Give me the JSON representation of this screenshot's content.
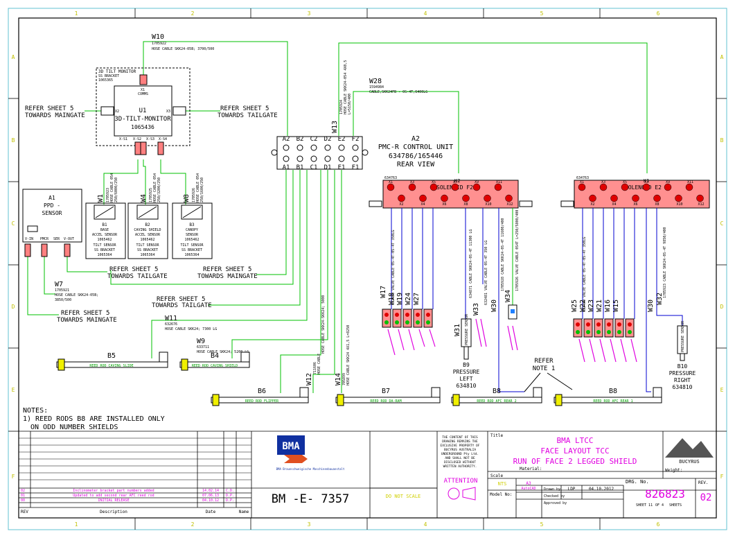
{
  "frame": {
    "cols": [
      "1",
      "2",
      "3",
      "4",
      "5",
      "6"
    ],
    "rows": [
      "A",
      "B",
      "C",
      "D",
      "E",
      "F"
    ]
  },
  "colors": {
    "green": "#00c000",
    "blue": "#0000d0",
    "red": "#e00000",
    "magenta": "#e000e0",
    "yellow": "#f0f000",
    "pink": "#ff9090",
    "text": "#000000",
    "border": "#000000"
  },
  "tilt_monitor": {
    "box_title": "3D TILT MONITOR",
    "box_sub": "SS BRACKET",
    "box_part": "1065365",
    "x1": "X1",
    "x1_label": "COMMS",
    "x2": "X2",
    "x3": "X3",
    "id": "U1",
    "name": "3D-TILT-MONITOR",
    "part": "1065436",
    "ports": [
      "X-S1",
      "X-S2",
      "X-S3",
      "X-S4"
    ]
  },
  "refer": {
    "left_mg_1": "REFER SHEET 5",
    "left_mg_2": "TOWARDS MAINGATE",
    "right_tg_1": "REFER SHEET 5",
    "right_tg_2": "TOWARDS TAILGATE",
    "mid_tg_1": "REFER SHEET 5",
    "mid_tg_2": "TOWARDS TAILGATE",
    "mid_mg_1": "REFER SHEET 5",
    "mid_mg_2": "TOWARDS MAINGATE",
    "low_tg_1": "REFER SHEET 5",
    "low_tg_2": "TOWARDS TAILGATE",
    "low_mg_1": "REFER SHEET 5",
    "low_mg_2": "TOWARDS MAINGATE"
  },
  "cables": {
    "w10": {
      "id": "W10",
      "part": "1705922",
      "desc": "HOSE CABLE SKK24-05B; 3700/500"
    },
    "w28": {
      "id": "W28",
      "part": "1594984",
      "desc": "CABLE,SKK24FB - 0S-4T,6400LG"
    },
    "w13": {
      "id": "W13",
      "line1": "1705924",
      "line2": "HOSE CABLE SKK24-054 4X0,5",
      "line3": "L=5150/400"
    },
    "w7": {
      "id": "W7",
      "part": "1705921",
      "desc": "HOSE CABLE SKK24-05B;",
      "len": "3850/500"
    },
    "w11": {
      "id": "W11",
      "part": "632676",
      "desc": "HOSE CABLE SKK24; 7300 LG"
    },
    "w9": {
      "id": "W9",
      "part": "633711",
      "desc": "HOSE CABLE SKK24; 5200 LG"
    },
    "w12": {
      "id": "W12",
      "part": "711606",
      "desc": "HOSE CABLE"
    },
    "w14": {
      "id": "W14",
      "part": "705899",
      "desc": "HOSE CABLE SKK24 4X1,5 L=8250"
    },
    "w24skk": {
      "desc": "HOSE CABLE SKK24-SKK24; 5000"
    },
    "w1": {
      "id": "W1",
      "part": "1705923",
      "desc": "HOSE CABLE 054",
      "len": "250/6000/250"
    },
    "w4": {
      "id": "W4",
      "part": "1705925",
      "desc": "HOSE CABLE 054",
      "len": "250/3200/250"
    },
    "w8": {
      "id": "W8",
      "part": "1705926",
      "desc": "HOSE CABLE 054",
      "len": "250/1600/250"
    }
  },
  "sensors": {
    "b1": {
      "id": "B1",
      "l1": "BASE",
      "l2": "ACCEL SENSOR",
      "l3": "1065462",
      "l4": "TILT SENSOR",
      "l5": "SS BRACKET",
      "l6": "1065364"
    },
    "b2": {
      "id": "B2",
      "l1": "CAVING SHIELD",
      "l2": "ACCEL SENSOR",
      "l3": "1065462",
      "l4": "TILT SENSOR",
      "l5": "SS BRACKET",
      "l6": "1065364"
    },
    "b3": {
      "id": "B3",
      "l1": "CANOPY",
      "l2": "SENSOR",
      "l3": "1065462",
      "l4": "TILT SENSOR",
      "l5": "SS BRACKET",
      "l6": "1065364"
    }
  },
  "ppd": {
    "id": "A1",
    "l1": "PPD -",
    "l2": "SENSOR",
    "pins": [
      "V-IN",
      "PMCR",
      "SER",
      "V-OUT"
    ]
  },
  "control_unit": {
    "top_labels": [
      "A2",
      "B2",
      "C2",
      "D2",
      "E2",
      "F2"
    ],
    "bottom_labels": [
      "A1",
      "B1",
      "C1",
      "D1",
      "E1",
      "F1"
    ],
    "id": "A2",
    "name": "PMC-R CONTROL UNIT",
    "part": "634786/165446",
    "view": "REAR VIEW"
  },
  "solenoid_k2": {
    "part": "634763",
    "id": "K2",
    "name": "SOLENOID F2",
    "xs": [
      "X1",
      "X2",
      "X3",
      "X4",
      "X5",
      "X6",
      "X7",
      "X8",
      "X9",
      "X10",
      "X11",
      "X12"
    ]
  },
  "solenoid_k1": {
    "part": "634763",
    "id": "K1",
    "name": "SOLENOID E2",
    "xs": [
      "X1",
      "X2",
      "X3",
      "X4",
      "X5",
      "X6",
      "X7",
      "X8",
      "X9",
      "X10",
      "X11",
      "X12"
    ]
  },
  "valve_cable_label": "632480 VALVE CABLE 0S-4T-0S-4T 350LG",
  "valve_cable_label_r": "632480 VALVE CABLE 0S-4T-0S-4T 350LG",
  "left_valve_ids": [
    "W17",
    "W18",
    "W19",
    "W24",
    "W27"
  ],
  "right_valve_ids": [
    "W25",
    "W22",
    "W23",
    "W21",
    "W16",
    "W15"
  ],
  "pressure_left": {
    "id": "B9",
    "l1": "PRESSURE",
    "l2": "LEFT",
    "l3": "634810",
    "sensor": "PRESSURE SENSOR",
    "cable_id": "W31",
    "cable": "634871 CABLE SKK24-0S-4T 11300 LG"
  },
  "pressure_right": {
    "id": "B10",
    "l1": "PRESSURE",
    "l2": "RIGHT",
    "l3": "634810",
    "sensor": "PRESSURE SENSOR",
    "cable_id": "W32",
    "cable": "1705923 CABLE SKK24-0S-4T 9850/400"
  },
  "w30_left": {
    "id": "W30",
    "desc": "1705926 VALVE CABLE 0S4T L=250/5800/400",
    "id2": "W34",
    "desc2": "1705928 CABLE SKK24-0S-4T 11600/400"
  },
  "w30_right": {
    "id": "W30",
    "desc": "1705926 CABLE SKK24-0S-4T 11600/400"
  },
  "w33": {
    "id": "W33",
    "desc": "632481 VALVE CABLE 0S-4T 350 LG"
  },
  "reed_rods": {
    "b5": {
      "id": "B5",
      "label": "REED ROD CAVING SLIDE"
    },
    "b4": {
      "id": "B4",
      "label": "REED ROD CAVING SHIELD"
    },
    "b6": {
      "id": "B6",
      "label": "REED ROD FLIPPER"
    },
    "b7": {
      "id": "B7",
      "label": "REED ROD DA-RAM"
    },
    "b8l": {
      "id": "B8",
      "label": "REED ROD AFC REAR 2"
    },
    "b8r": {
      "id": "B8",
      "label": "REED ROD AFC REAR 1"
    }
  },
  "refer_note": {
    "l1": "REFER",
    "l2": "NOTE 1"
  },
  "notes": {
    "title": "NOTES:",
    "n1a": "1) REED RODS B8 ARE INSTALLED ONLY",
    "n1b": "ON ODD NUMBER SHIELDS"
  },
  "revisions": [
    {
      "rev": "02",
      "desc": "Inclinometer bracket part numbers added",
      "date": "14.02.14",
      "name": "C.D."
    },
    {
      "rev": "01",
      "desc": "Updated to add second rear AFC reed rod",
      "date": "07.06.13",
      "name": "D.P."
    },
    {
      "rev": "00",
      "desc": "INITIAL RELEASE",
      "date": "04.10.12",
      "name": "D.P."
    }
  ],
  "rev_header": {
    "rev": "REV",
    "desc": "Description",
    "date": "Date",
    "name": "Name"
  },
  "bma_logo": "BMA",
  "bma_sub": "BMA Braunschweigische Maschinenbauanstalt",
  "bma_number": "BM -E- 7357",
  "property_text": [
    "THE CONTENT OF THIS",
    "DRAWING REMAINS THE",
    "EXCLUSIVE PROPERTY OF",
    "BUCYRUS AUSTRALIA",
    "UNDERGROUND Pty Ltd.",
    "AND SHALL NOT BE",
    "DISCLOSED WITHOUT",
    "WRITTEN AUTHORITY."
  ],
  "attention": "ATTENTION",
  "do_not_scale": "DO NOT SCALE",
  "title_block": {
    "title_label": "Title",
    "t1": "BMA LTCC",
    "t2": "FACE LAYOUT TCC",
    "t3": "RUN OF FACE 2 LEGGED SHIELD",
    "scale_label": "Scale",
    "scale": "NTS",
    "material_label": "Material:",
    "size": "A3",
    "cad": "AutoCAD",
    "model_label": "Model No:",
    "drawn_label": "Drawn by",
    "drawn": "LDP",
    "drawn_date": "04.10.2012",
    "checked_label": "Checked by",
    "approved_label": "Approved by",
    "weight_label": "Weight:",
    "drg_label": "DRG. No.",
    "drg": "826823",
    "sheet": "SHEET 11",
    "of": "OF 4",
    "sheets": "SHEETS",
    "rev_label": "REV.",
    "rev": "02",
    "bucyrus": "BUCYRUS"
  }
}
